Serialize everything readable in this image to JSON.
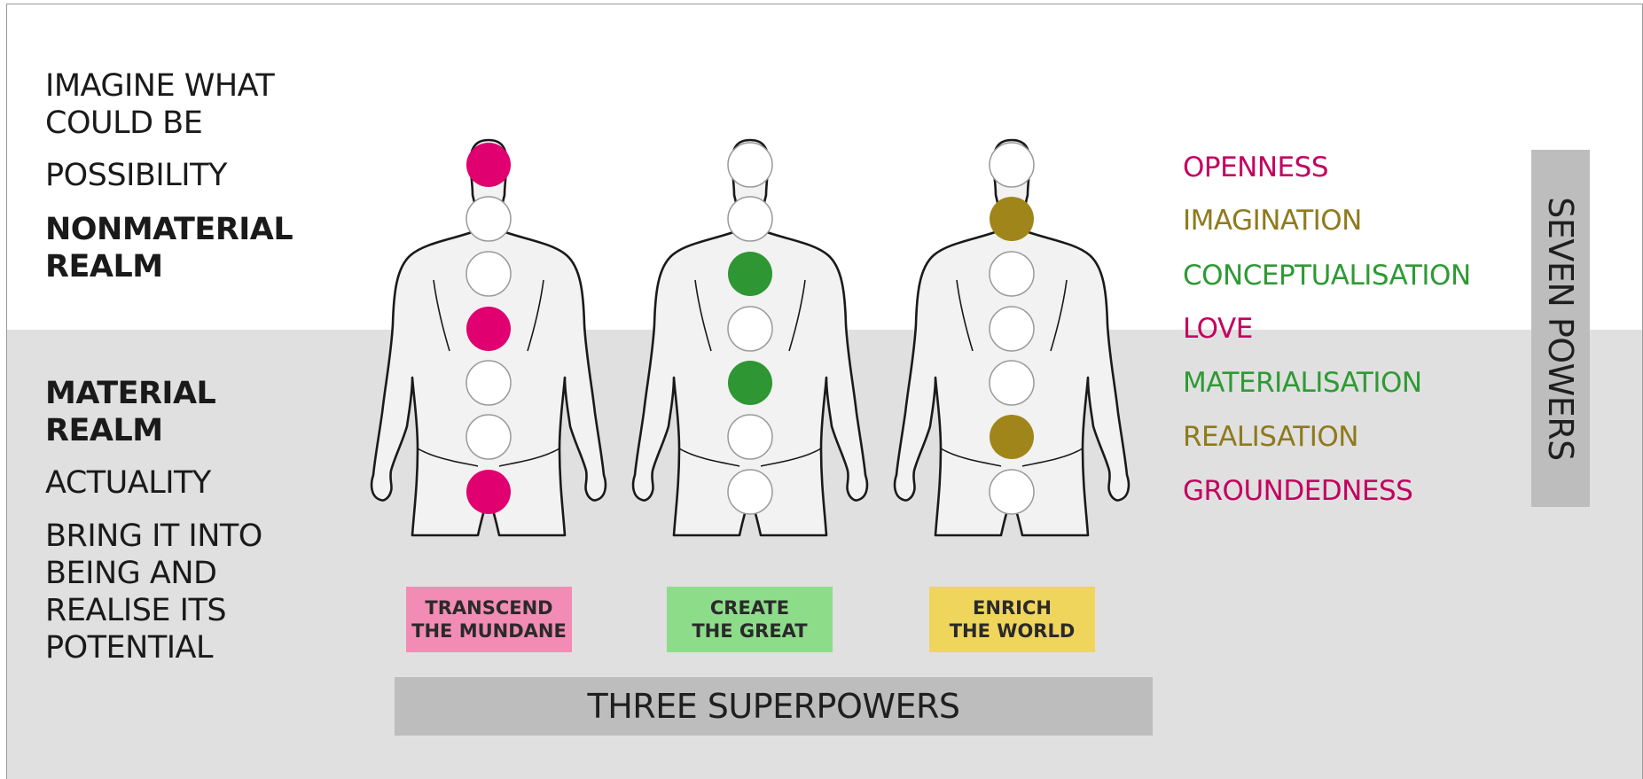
{
  "realms": {
    "nonmaterial": {
      "imagine": [
        "IMAGINE WHAT",
        "COULD BE"
      ],
      "quality": "POSSIBILITY",
      "title": [
        "NONMATERIAL",
        "REALM"
      ]
    },
    "material": {
      "title": [
        "MATERIAL",
        "REALM"
      ],
      "quality": "ACTUALITY",
      "bring": [
        "BRING IT INTO",
        "BEING AND",
        "REALISE ITS",
        "POTENTIAL"
      ]
    }
  },
  "colors": {
    "magenta": "#e0006f",
    "green": "#2e9633",
    "olive": "#a0861a",
    "magenta_text": "#c4005f",
    "green_text": "#2e9a34",
    "olive_text": "#8f7a1c",
    "empty": "#ffffff",
    "background_material": "#e0e0e0",
    "bar_gray": "#bdbdbd"
  },
  "figures": [
    {
      "id": "transcend",
      "filled": [
        "magenta",
        null,
        null,
        "magenta",
        null,
        null,
        "magenta"
      ]
    },
    {
      "id": "create",
      "filled": [
        null,
        null,
        "green",
        null,
        "green",
        null,
        null
      ]
    },
    {
      "id": "enrich",
      "filled": [
        null,
        "olive",
        null,
        null,
        null,
        "olive",
        null
      ]
    }
  ],
  "superpowers": [
    {
      "line1": "TRANSCEND",
      "line2": "THE MUNDANE",
      "color": "#f28cb5"
    },
    {
      "line1": "CREATE",
      "line2": "THE GREAT",
      "color": "#8ddc8a"
    },
    {
      "line1": "ENRICH",
      "line2": "THE WORLD",
      "color": "#f0d55c"
    }
  ],
  "three_superpowers_label": "THREE SUPERPOWERS",
  "powers": [
    {
      "label": "OPENNESS",
      "color": "#c4005f"
    },
    {
      "label": "IMAGINATION",
      "color": "#8f7a1c"
    },
    {
      "label": "CONCEPTUALISATION",
      "color": "#2e9a34"
    },
    {
      "label": "LOVE",
      "color": "#c4005f"
    },
    {
      "label": "MATERIALISATION",
      "color": "#2e9a34"
    },
    {
      "label": "REALISATION",
      "color": "#8f7a1c"
    },
    {
      "label": "GROUNDEDNESS",
      "color": "#c4005f"
    }
  ],
  "seven_powers_label": "SEVEN POWERS"
}
